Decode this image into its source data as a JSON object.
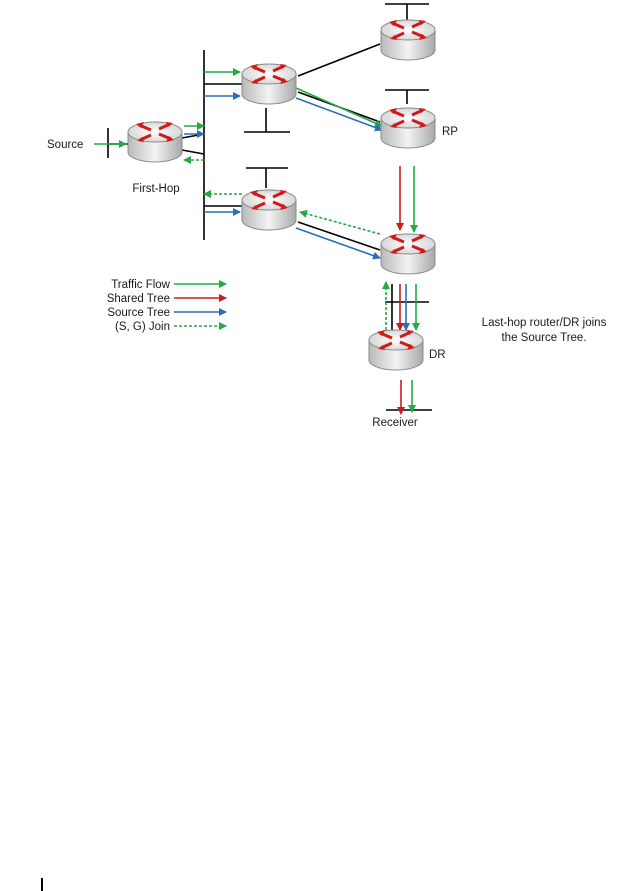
{
  "diagram": {
    "labels": {
      "source": "Source",
      "first_hop": "First-Hop",
      "rp": "RP",
      "dr": "DR",
      "receiver": "Receiver"
    },
    "legend": {
      "traffic_flow": "Traffic Flow",
      "shared_tree": "Shared Tree",
      "source_tree": "Source Tree",
      "sg_join": "(S, G) Join"
    },
    "note": {
      "line1": "Last-hop router/DR joins",
      "line2": "the Source Tree."
    },
    "colors": {
      "traffic_flow": "#22aa44",
      "shared_tree": "#c41e1e",
      "source_tree": "#2a6fb5",
      "sg_join": "#22aa44"
    }
  }
}
